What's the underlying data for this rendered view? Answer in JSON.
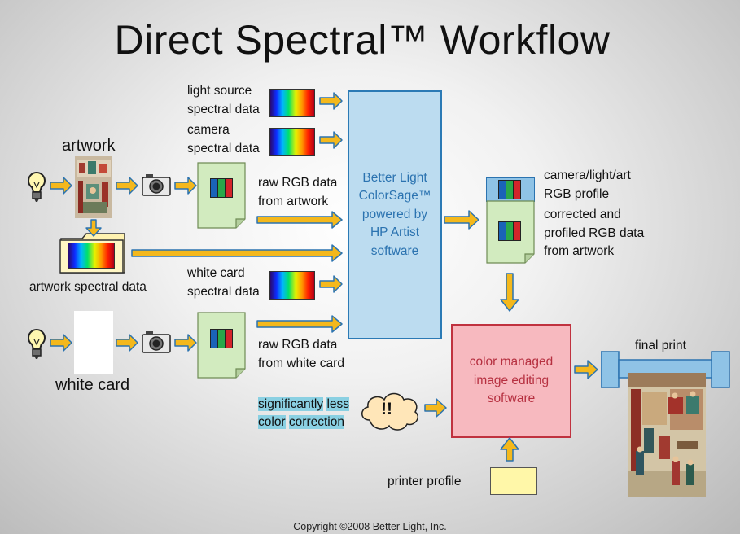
{
  "title": "Direct Spectral™ Workflow",
  "labels": {
    "artwork": "artwork",
    "white_card": "white card",
    "light_source_1": "light source",
    "light_source_2": "spectral data",
    "camera_1": "camera",
    "camera_2": "spectral data",
    "raw_art_1": "raw RGB data",
    "raw_art_2": "from artwork",
    "artwork_spectral": "artwork spectral data",
    "whitecard_spec_1": "white card",
    "whitecard_spec_2": "spectral data",
    "raw_white_1": "raw RGB data",
    "raw_white_2": "from white card",
    "profile_1": "camera/light/art",
    "profile_2": "RGB profile",
    "corrected_1": "corrected and",
    "corrected_2": "profiled RGB data",
    "corrected_3": "from artwork",
    "less_1a": "significantly",
    "less_1b": "less",
    "less_2a": "color",
    "less_2b": "correction",
    "exclaim": "!!",
    "printer_profile": "printer profile",
    "final_print": "final print"
  },
  "boxes": {
    "colorsage_1": "Better Light",
    "colorsage_2": "ColorSage™",
    "colorsage_3": "powered by",
    "colorsage_4": "HP Artist",
    "colorsage_5": "software",
    "editing_1": "color managed",
    "editing_2": "image editing",
    "editing_3": "software"
  },
  "copyright": "Copyright ©2008 Better Light, Inc.",
  "colors": {
    "arrow_fill": "#f4b81c",
    "arrow_stroke": "#2b73b0",
    "blue_box": "#bcdcf0",
    "pink_box": "#f7b9bf",
    "doc_green": "#d2ebbf",
    "folder_yellow": "#fff2b0",
    "printer_profile_yellow": "#fff7a8"
  }
}
